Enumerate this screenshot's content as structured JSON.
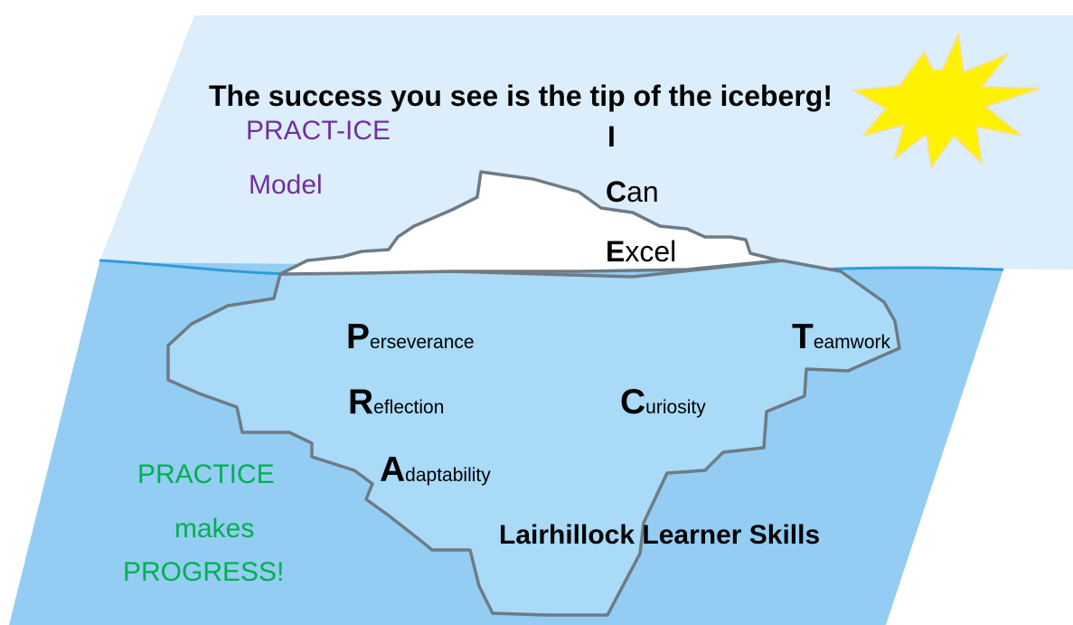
{
  "title": "The success you see is the tip of the iceberg!",
  "model_name": {
    "line1": "PRACT-ICE",
    "line2": "Model"
  },
  "above_water": [
    {
      "initial": "I",
      "rest": ""
    },
    {
      "initial": "C",
      "rest": "an"
    },
    {
      "initial": "E",
      "rest": "xcel"
    }
  ],
  "below_water": {
    "perseverance": {
      "initial": "P",
      "rest": "erseverance"
    },
    "reflection": {
      "initial": "R",
      "rest": "eflection"
    },
    "adaptability": {
      "initial": "A",
      "rest": "daptability"
    },
    "curiosity": {
      "initial": "C",
      "rest": "uriosity"
    },
    "teamwork": {
      "initial": "T",
      "rest": "eamwork"
    }
  },
  "slogan": {
    "line1": "PRACTICE",
    "line2": "makes",
    "line3": "PROGRESS!"
  },
  "footer_title": "Lairhillock Learner Skills",
  "colors": {
    "sky": "#DCEEFB",
    "water": "#93CDF3",
    "waterline": "#2E9BDA",
    "iceberg_outline": "#6E7B85",
    "sun": "#FFF200",
    "purple_text": "#7030A0",
    "green_text": "#00B050"
  }
}
